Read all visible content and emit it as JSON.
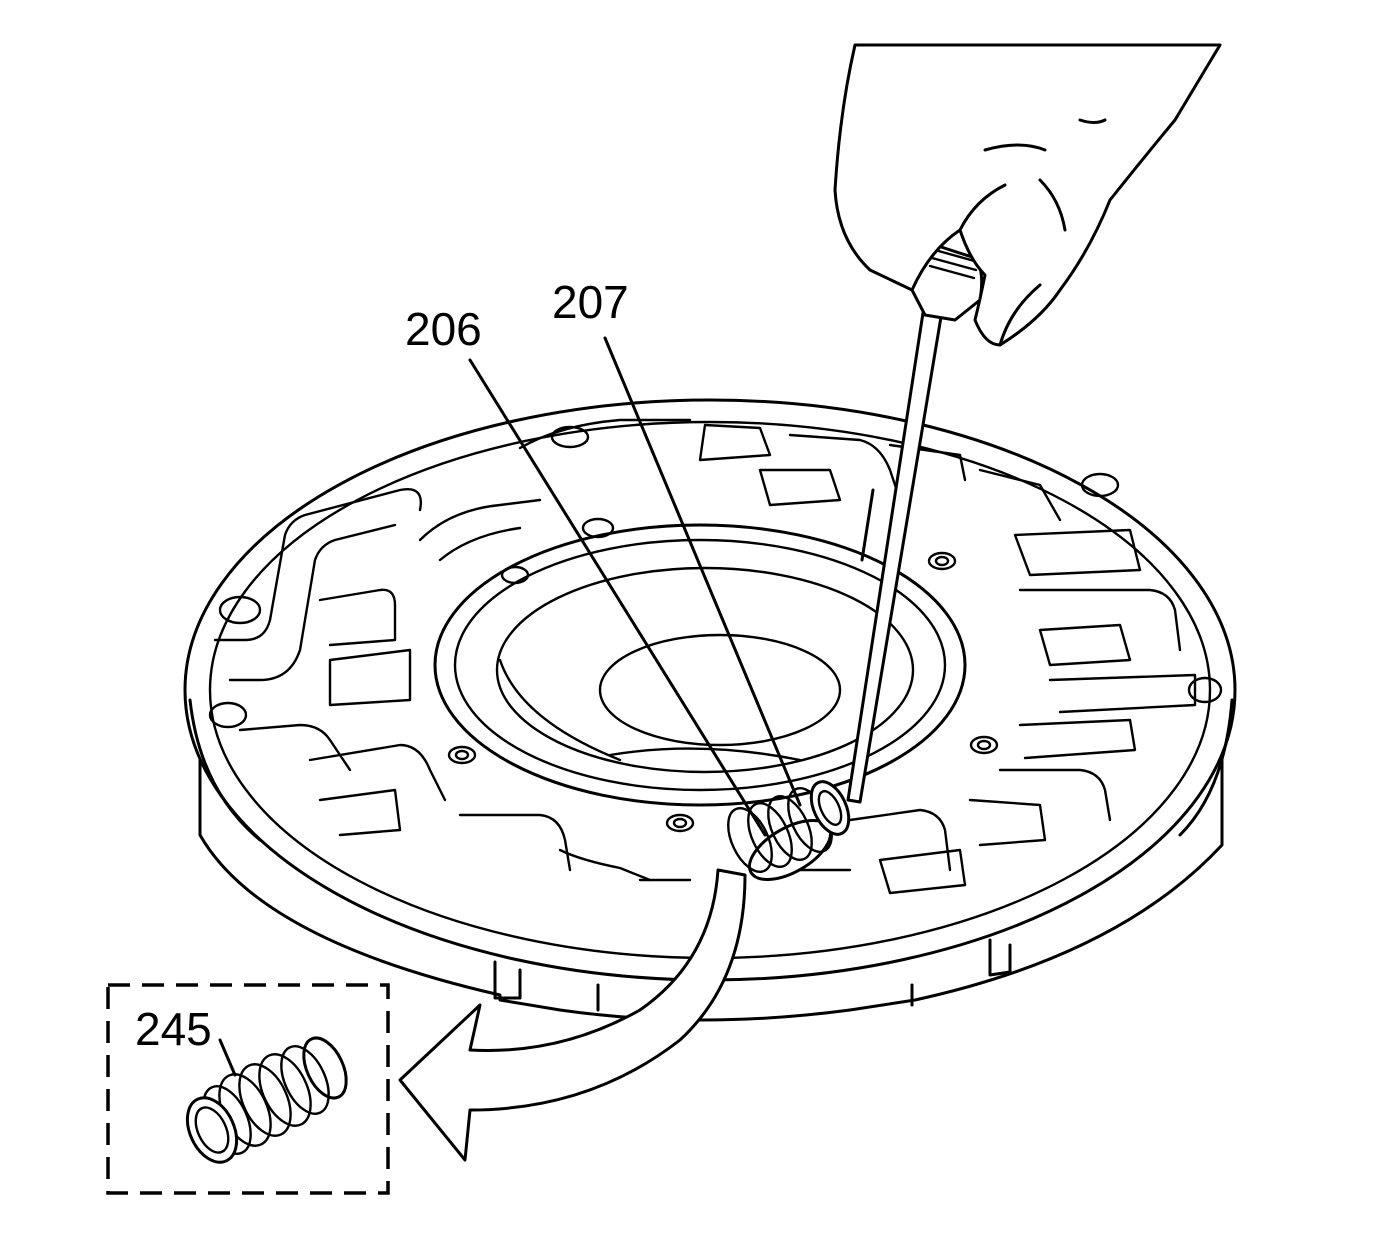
{
  "callouts": {
    "c206": "206",
    "c207": "207",
    "c245": "245"
  },
  "colors": {
    "line": "#000000",
    "background": "#ffffff"
  }
}
